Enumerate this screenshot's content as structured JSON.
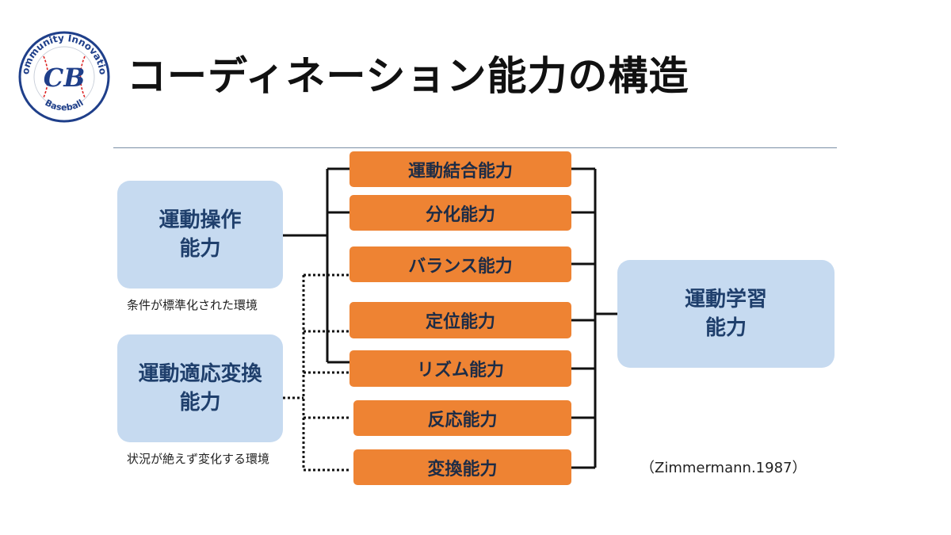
{
  "slide": {
    "title": "コーディネーション能力の構造",
    "logo": {
      "top_text": "Community Innovation",
      "center_text": "CB",
      "bottom_text": "Baseball"
    }
  },
  "diagram": {
    "left_boxes": [
      {
        "line1": "運動操作",
        "line2": "能力"
      },
      {
        "line1": "運動適応変換",
        "line2": "能力"
      }
    ],
    "notes": [
      "条件が標準化された環境",
      "状況が絶えず変化する環境"
    ],
    "abilities": [
      "運動結合能力",
      "分化能力",
      "バランス能力",
      "定位能力",
      "リズム能力",
      "反応能力",
      "変換能力"
    ],
    "right_box": {
      "line1": "運動学習",
      "line2": "能力"
    },
    "citation": "（Zimmermann.1987）"
  },
  "colors": {
    "orange": "#ee8333",
    "light_blue": "#c6daf0",
    "navy": "#1f3f6c"
  }
}
